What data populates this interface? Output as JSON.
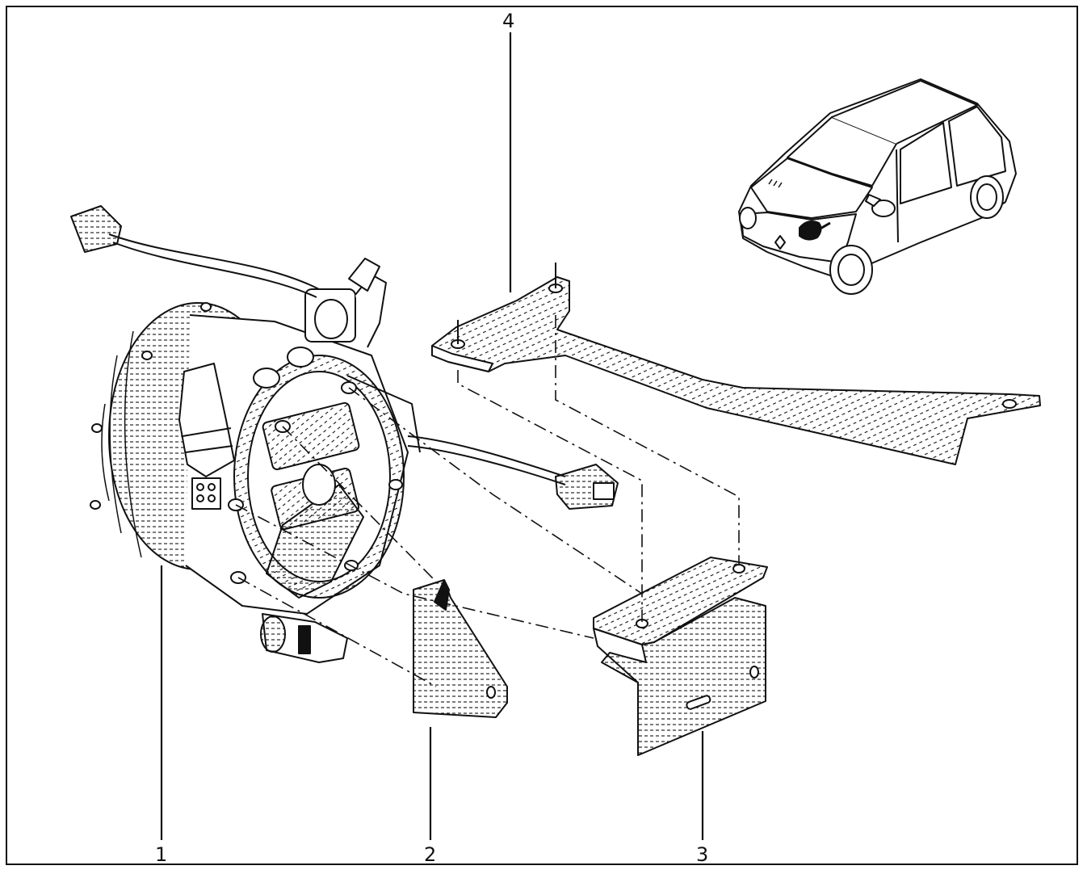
{
  "diagram": {
    "callouts": {
      "part1": "1",
      "part2": "2",
      "part3": "3",
      "part4": "4"
    }
  }
}
